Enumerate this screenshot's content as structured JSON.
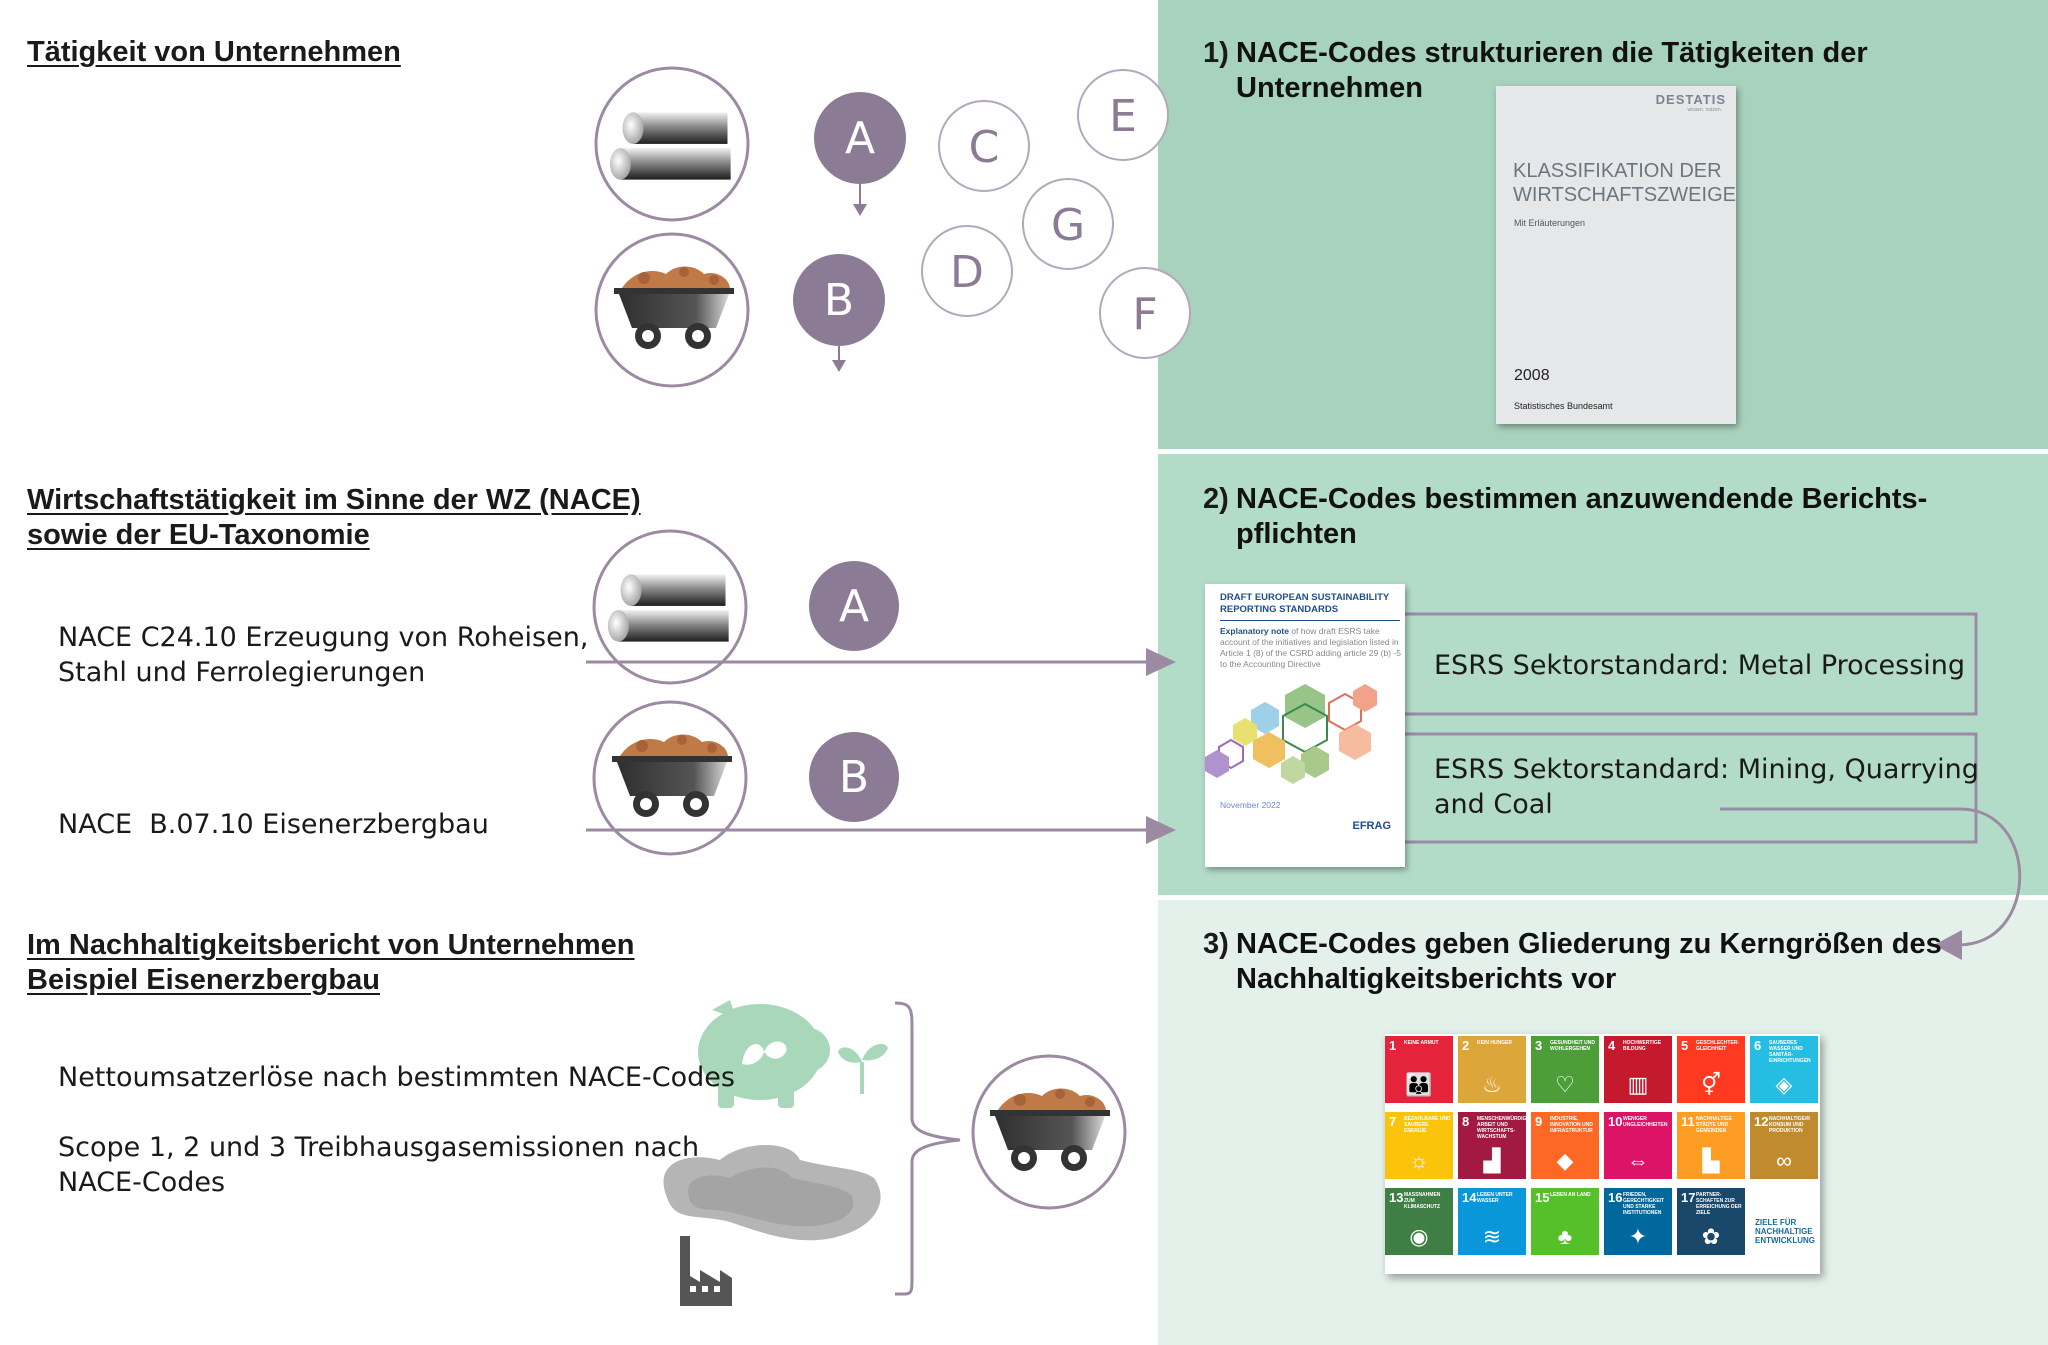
{
  "left": {
    "heading1": "Tätigkeit von Unternehmen",
    "heading2_line1": "Wirtschaftstätigkeit im Sinne der WZ (NACE)",
    "heading2_line2": "sowie der EU-Taxonomie",
    "nace1_line1": "NACE C24.10 Erzeugung von Roheisen,",
    "nace1_line2": "Stahl und Ferrolegierungen",
    "nace2": "NACE  B.07.10 Eisenerzbergbau",
    "heading3_line1": "Im Nachhaltigkeitsbericht von Unternehmen",
    "heading3_line2": "Beispiel Eisenerzbergbau",
    "item1": "Nettoumsatzerlöse nach bestimmten NACE-Codes",
    "item2_line1": "Scope 1, 2 und 3 Treibhausgasemissionen nach",
    "item2_line2": "NACE-Codes"
  },
  "letters": {
    "a": "A",
    "b": "B",
    "c": "C",
    "d": "D",
    "e": "E",
    "f": "F",
    "g": "G"
  },
  "right": {
    "s1_num": "1)",
    "s1_line1": "NACE-Codes strukturieren die Tätigkeiten der",
    "s1_line2": "Unternehmen",
    "s2_num": "2)",
    "s2_line1": "NACE-Codes bestimmen anzuwendende Berichts-",
    "s2_line2": "pflichten",
    "esrs1": "ESRS Sektorstandard: Metal Processing",
    "esrs2_line1": "ESRS Sektorstandard: Mining, Quarrying",
    "esrs2_line2": "and Coal",
    "s3_num": "3)",
    "s3_line1": "NACE-Codes geben Gliederung zu Kerngrößen des",
    "s3_line2": "Nachhaltigkeitsberichts vor"
  },
  "book_destatis": {
    "brand": "DESTATIS",
    "tagline": "wissen. nutzen.",
    "title_line1": "KLASSIFIKATION DER",
    "title_line2": "WIRTSCHAFTSZWEIGE",
    "subtitle": "Mit Erläuterungen",
    "year": "2008",
    "publisher": "Statistisches Bundesamt"
  },
  "book_efrag": {
    "title": "DRAFT EUROPEAN SUSTAINABILITY REPORTING STANDARDS",
    "note_bold": "Explanatory note",
    "note_rest": " of how draft ESRS take account of the initiatives and legislation listed in Article 1 (8) of the CSRD adding article 29 (b) -5 to the Accounting Directive",
    "date": "November 2022",
    "logo": "EFRAG"
  },
  "sdg": {
    "tiles": [
      {
        "n": "1",
        "t": "Keine Armut",
        "color": "#e5243b",
        "ico": "👪"
      },
      {
        "n": "2",
        "t": "Kein Hunger",
        "color": "#dda63a",
        "ico": "♨"
      },
      {
        "n": "3",
        "t": "Gesundheit und Wohlergehen",
        "color": "#4c9f38",
        "ico": "♡"
      },
      {
        "n": "4",
        "t": "Hochwertige Bildung",
        "color": "#c5192d",
        "ico": "▥"
      },
      {
        "n": "5",
        "t": "Geschlechter-gleichheit",
        "color": "#ff3a21",
        "ico": "⚥"
      },
      {
        "n": "6",
        "t": "Sauberes Wasser und Sanitär-einrichtungen",
        "color": "#26bde2",
        "ico": "◈"
      },
      {
        "n": "7",
        "t": "Bezahlbare und saubere Energie",
        "color": "#fcc30b",
        "ico": "☼"
      },
      {
        "n": "8",
        "t": "Menschenwürdige Arbeit und Wirtschafts-wachstum",
        "color": "#a21942",
        "ico": "▟"
      },
      {
        "n": "9",
        "t": "Industrie, Innovation und Infrastruktur",
        "color": "#fd6925",
        "ico": "◆"
      },
      {
        "n": "10",
        "t": "Weniger Ungleichheiten",
        "color": "#dd1367",
        "ico": "⇔"
      },
      {
        "n": "11",
        "t": "Nachhaltige Städte und Gemeinden",
        "color": "#fd9d24",
        "ico": "▙"
      },
      {
        "n": "12",
        "t": "Nachhaltige/r Konsum und Produktion",
        "color": "#bf8b2e",
        "ico": "∞"
      },
      {
        "n": "13",
        "t": "Massnahmen zum Klimaschutz",
        "color": "#3f7e44",
        "ico": "◉"
      },
      {
        "n": "14",
        "t": "Leben unter Wasser",
        "color": "#0a97d9",
        "ico": "≋"
      },
      {
        "n": "15",
        "t": "Leben an Land",
        "color": "#56c02b",
        "ico": "♣"
      },
      {
        "n": "16",
        "t": "Frieden, Gerechtigkeit und starke Institutionen",
        "color": "#00689d",
        "ico": "✦"
      },
      {
        "n": "17",
        "t": "Partner-schaften zur Erreichung der Ziele",
        "color": "#19486a",
        "ico": "✿"
      }
    ],
    "goals_label": "ZIELE FÜR NACHHALTIGE ENTWICKLUNG"
  },
  "colors": {
    "purple": "#8c7b94",
    "purple_line": "#9c8aa3",
    "panel1": "#a7d2bd",
    "panel2": "#b3dcc8",
    "panel3": "#e4f0ea",
    "ore": "#c07a48",
    "cart": "#4a4a4a",
    "green_icon": "#a8d8b9",
    "smoke": "#b5b5b5"
  }
}
